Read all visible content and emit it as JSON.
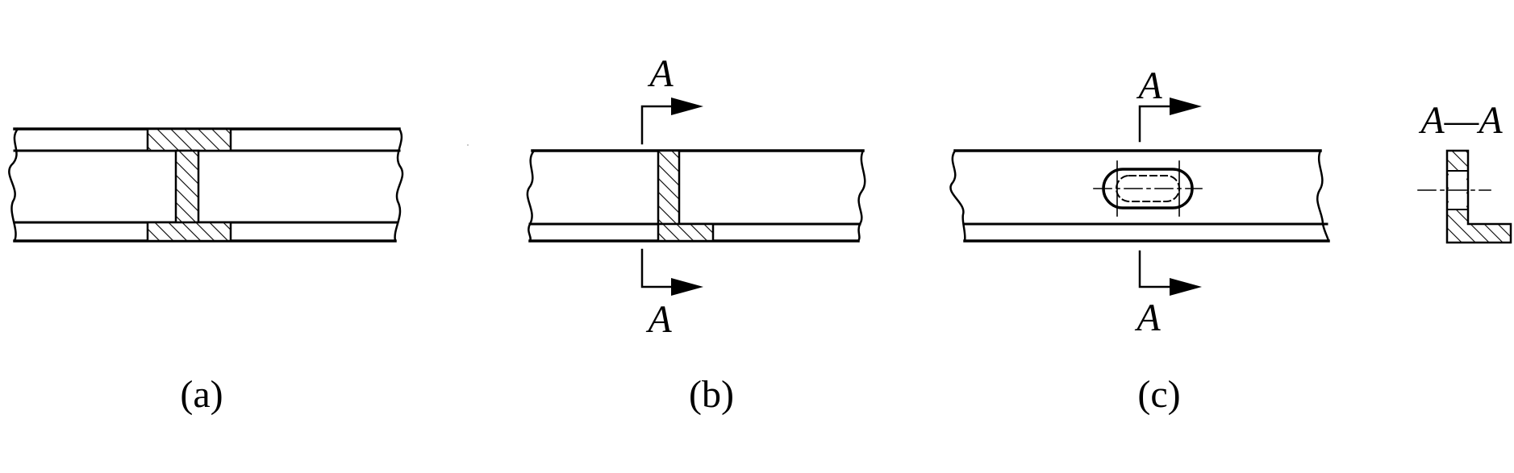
{
  "figures": [
    {
      "id": "a",
      "caption": "(a)"
    },
    {
      "id": "b",
      "caption": "(b)",
      "section_top": "A",
      "section_bottom": "A"
    },
    {
      "id": "c",
      "caption": "(c)",
      "section_top": "A",
      "section_bottom": "A"
    }
  ],
  "section_view": {
    "label": "A—A"
  },
  "colors": {
    "line": "#000000",
    "background": "#ffffff"
  }
}
